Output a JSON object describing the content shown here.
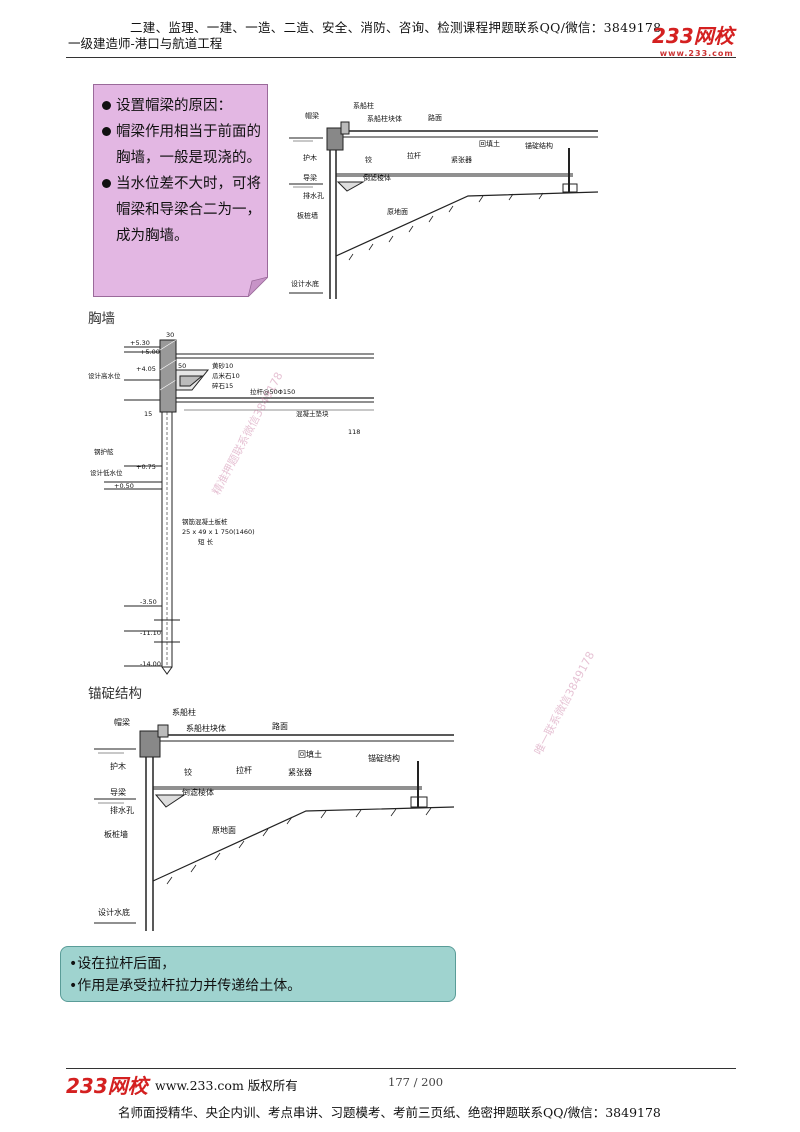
{
  "header": {
    "line1": "二建、监理、一建、一造、二造、安全、消防、咨询、检测课程押题联系QQ/微信：3849178",
    "line2": "一级建造师-港口与航道工程",
    "logo": "233网校",
    "logo_sub": "www.233.com"
  },
  "card": {
    "items": [
      "设置帽梁的原因：",
      "帽梁作用相当于前面的胸墙，一般是现浇的。",
      "当水位差不大时，可将帽梁和导梁合二为一，成为胸墙。"
    ]
  },
  "diagram_top": {
    "labels": {
      "cap_beam": "帽梁",
      "bollard": "系船柱",
      "bollard_block": "系船柱块体",
      "road": "路面",
      "fender": "护木",
      "hinge": "铰",
      "tie_rod": "拉杆",
      "tensioner": "紧张器",
      "anchor": "锚碇结构",
      "backfill": "回填土",
      "waler": "导梁",
      "inverted_filter": "倒滤棱体",
      "drain": "排水孔",
      "original_ground": "原地面",
      "sheet_wall": "板桩墙",
      "design_bottom": "设计水底"
    }
  },
  "section_breastwall": {
    "title": "胸墙",
    "labels": {
      "top_30": "30",
      "el_530": "+5.30",
      "el_500": "+5.00",
      "design_high_water": "设计高水位",
      "el_405": "+4.05",
      "n50": "50",
      "sand": "黄砂10",
      "gravel": "瓜米石10",
      "stone": "碎石15",
      "tie_rod": "拉杆@50Φ150",
      "n15": "15",
      "concrete_pad": "混凝土垫块",
      "n118": "118",
      "steel_guard": "钢护舷",
      "design_low_water": "设计低水位",
      "el_075": "+0.75",
      "el_050": "+0.50",
      "pile_name": "钢筋混凝土板桩",
      "pile_size": "25 x 49 x 1 750(1460)",
      "pile_len": "短  长",
      "el_m350": "-3.50",
      "el_m1110": "-11.10",
      "el_m1400": "-14.00"
    }
  },
  "section_anchor": {
    "title": "锚碇结构"
  },
  "note": {
    "items": [
      "•设在拉杆后面，",
      "•作用是承受拉杆拉力并传递给土体。"
    ]
  },
  "watermarks": [
    "精准押题联系微信3849178",
    "唯一联系微信3849178"
  ],
  "footer": {
    "logo": "233网校",
    "site": "www.233.com 版权所有",
    "page": "177 / 200",
    "ad": "名师面授精华、央企内训、考点串讲、习题模考、考前三页纸、绝密押题联系QQ/微信：3849178"
  }
}
